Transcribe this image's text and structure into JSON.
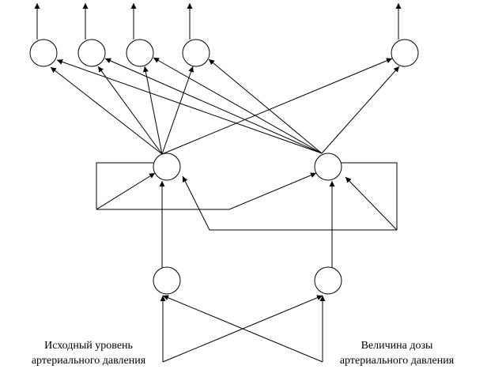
{
  "labels": {
    "input_left": {
      "line1": "Исходный уровень",
      "line2": "артериального давления"
    },
    "input_right": {
      "line1": "Величина дозы",
      "line2": "артериального давления"
    }
  },
  "colors": {
    "stroke": "#000000",
    "background": "#ffffff"
  }
}
